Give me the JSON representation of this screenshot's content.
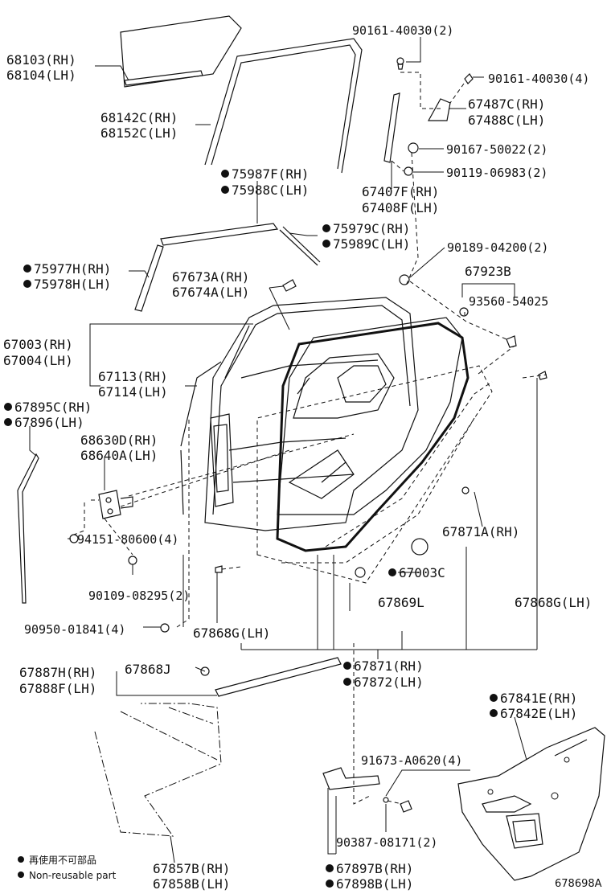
{
  "labels": {
    "p68103": "68103(RH)",
    "p68104": "68104(LH)",
    "p68142c": "68142C(RH)",
    "p68152c": "68152C(LH)",
    "p75987f": "75987F(RH)",
    "p75988c": "75988C(LH)",
    "p75979c": "75979C(RH)",
    "p75989c": "75989C(LH)",
    "p75977h": "75977H(RH)",
    "p75978h": "75978H(LH)",
    "p67673a": "67673A(RH)",
    "p67674a": "67674A(LH)",
    "p67003": "67003(RH)",
    "p67004": "67004(LH)",
    "p67113": "67113(RH)",
    "p67114": "67114(LH)",
    "p67895c": "67895C(RH)",
    "p67896": "67896(LH)",
    "p68630d": "68630D(RH)",
    "p68640a": "68640A(LH)",
    "p94151": "94151-80600(4)",
    "p90109": "90109-08295(2)",
    "p90950": "90950-01841(4)",
    "p67868g_lh_a": "67868G(LH)",
    "p90161_2": "90161-40030(2)",
    "p90161_4": "90161-40030(4)",
    "p67487c": "67487C(RH)",
    "p67488c": "67488C(LH)",
    "p90167": "90167-50022(2)",
    "p90119": "90119-06983(2)",
    "p67407f": "67407F(RH)",
    "p67408f": "67408F(LH)",
    "p90189": "90189-04200(2)",
    "p67923b": "67923B",
    "p93560": "93560-54025",
    "p67871a": "67871A(RH)",
    "p67003c": "67003C",
    "p67869l": "67869L",
    "p67868g_lh_b": "67868G(LH)",
    "p67887h": "67887H(RH)",
    "p67888f": "67888F(LH)",
    "p67868j": "67868J",
    "p67871": "67871(RH)",
    "p67872": "67872(LH)",
    "p67841e": "67841E(RH)",
    "p67842e": "67842E(LH)",
    "p91673": "91673-A0620(4)",
    "p90387": "90387-08171(2)",
    "p67857b": "67857B(RH)",
    "p67858b": "67858B(LH)",
    "p67897b": "67897B(RH)",
    "p67898b": "67898B(LH)"
  },
  "legend": {
    "non_reusable_jp": "再使用不可部品",
    "non_reusable_en": "Non-reusable part"
  },
  "diagram_code": "678698A"
}
